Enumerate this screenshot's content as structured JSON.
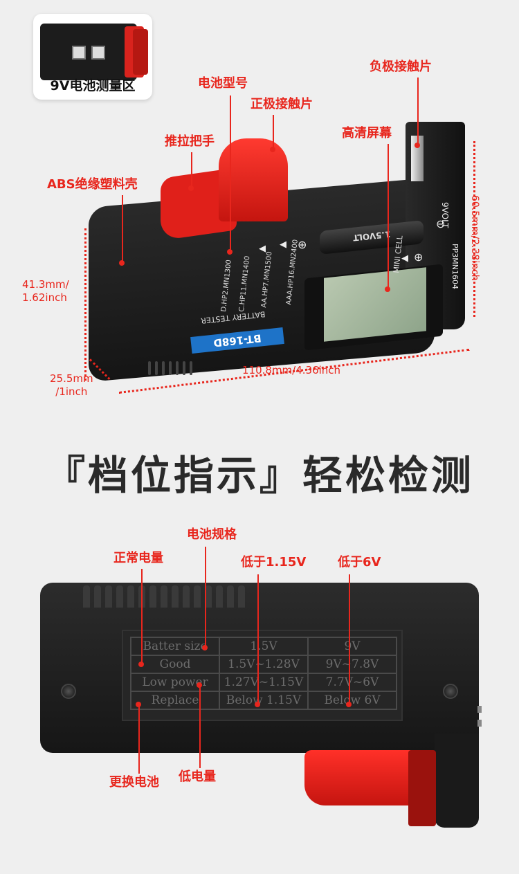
{
  "thumb": {
    "label": "9V电池测量区"
  },
  "callouts_top": {
    "battery_model": "电池型号",
    "positive_contact": "正极接触片",
    "negative_contact": "负极接触片",
    "hd_screen": "高清屏幕",
    "push_handle": "推拉把手",
    "abs_shell": "ABS绝缘塑料壳"
  },
  "dimensions": {
    "height": "41.3mm/\n1.62inch",
    "depth": "25.5mm\n/1inch",
    "length": "110.8mm/4.36inch",
    "width": "60.5mm/2.38inch"
  },
  "device_top": {
    "cylinder_label": "1.5VOLT",
    "model": "BT-168D",
    "tester_label": "BATTERY TESTER",
    "slot_labels": [
      "D.HP2.MN1300",
      "C.HP11.MN1400",
      "AA.HP7.MN1500",
      "AAA.HP16.MN2400"
    ],
    "mini_cell": "MINI CELL",
    "nine_volt": "9VOLT",
    "pp3": "PP3MN1604",
    "plus": "⊕",
    "minus": "⊖",
    "arrow": "◀"
  },
  "heading": "『档位指示』轻松检测",
  "callouts_back": {
    "battery_spec": "电池规格",
    "normal_power": "正常电量",
    "below_115": "低于1.15V",
    "below_6": "低于6V",
    "replace": "更换电池",
    "low_power": "低电量"
  },
  "spec_table": {
    "rows": [
      [
        "Batter size",
        "1.5V",
        "9V"
      ],
      [
        "Good",
        "1.5V~1.28V",
        "9V~7.8V"
      ],
      [
        "Low power",
        "1.27V~1.15V",
        "7.7V~6V"
      ],
      [
        "Replace",
        "Below 1.15V",
        "Below 6V"
      ]
    ]
  },
  "colors": {
    "accent": "#e8261d",
    "badge_blue": "#1e73c8",
    "body_dark": "#1c1c1c",
    "background": "#efefef"
  }
}
